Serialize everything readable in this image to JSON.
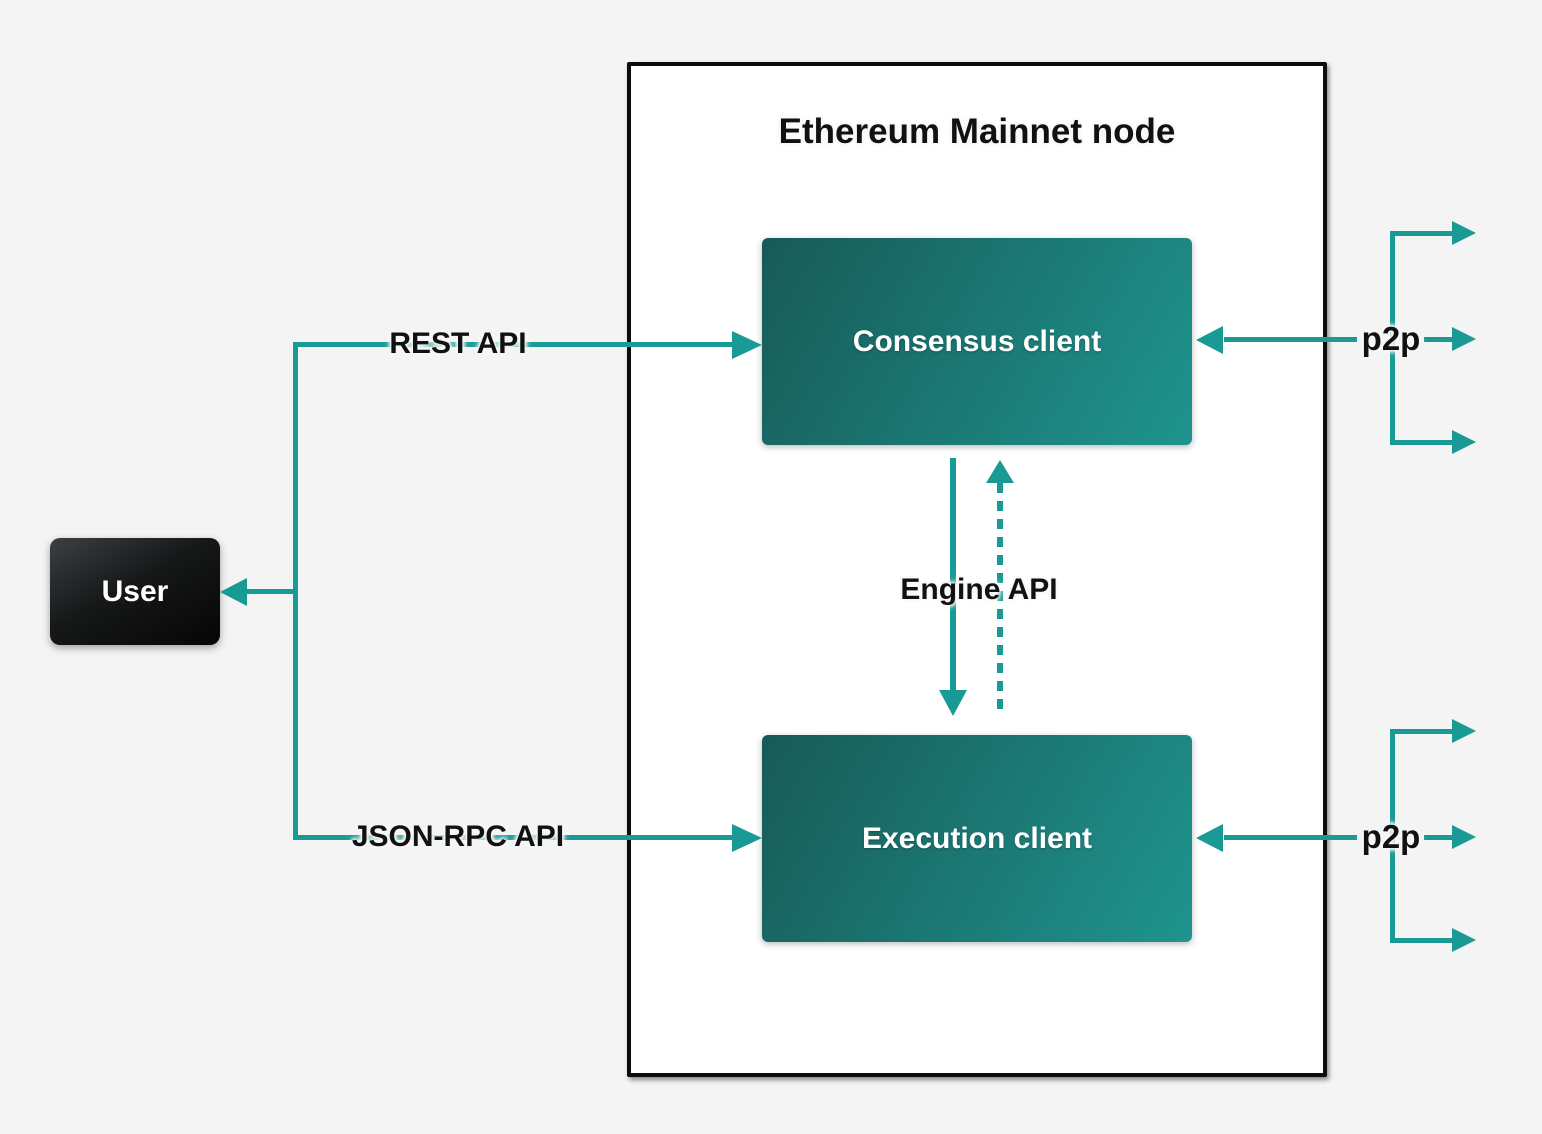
{
  "diagram": {
    "title": "Ethereum Mainnet node",
    "nodes": {
      "user": {
        "label": "User"
      },
      "consensus": {
        "label": "Consensus client"
      },
      "execution": {
        "label": "Execution client"
      }
    },
    "edges": {
      "rest_api": {
        "label": "REST API"
      },
      "json_rpc_api": {
        "label": "JSON-RPC API"
      },
      "engine_api": {
        "label": "Engine API"
      },
      "p2p_top": {
        "label": "p2p"
      },
      "p2p_bottom": {
        "label": "p2p"
      }
    },
    "colors": {
      "background": "#f4f4f4",
      "node_bg": "#ffffff",
      "node_border": "#0c0c0c",
      "line": "#1a9a95",
      "client_grad_start": "#175a56",
      "client_grad_end": "#1f948f",
      "user_grad_start": "#3c4044",
      "user_grad_end": "#050505",
      "label_text": "#111111",
      "box_text": "#ffffff",
      "halo": "#f7f7f7"
    }
  }
}
